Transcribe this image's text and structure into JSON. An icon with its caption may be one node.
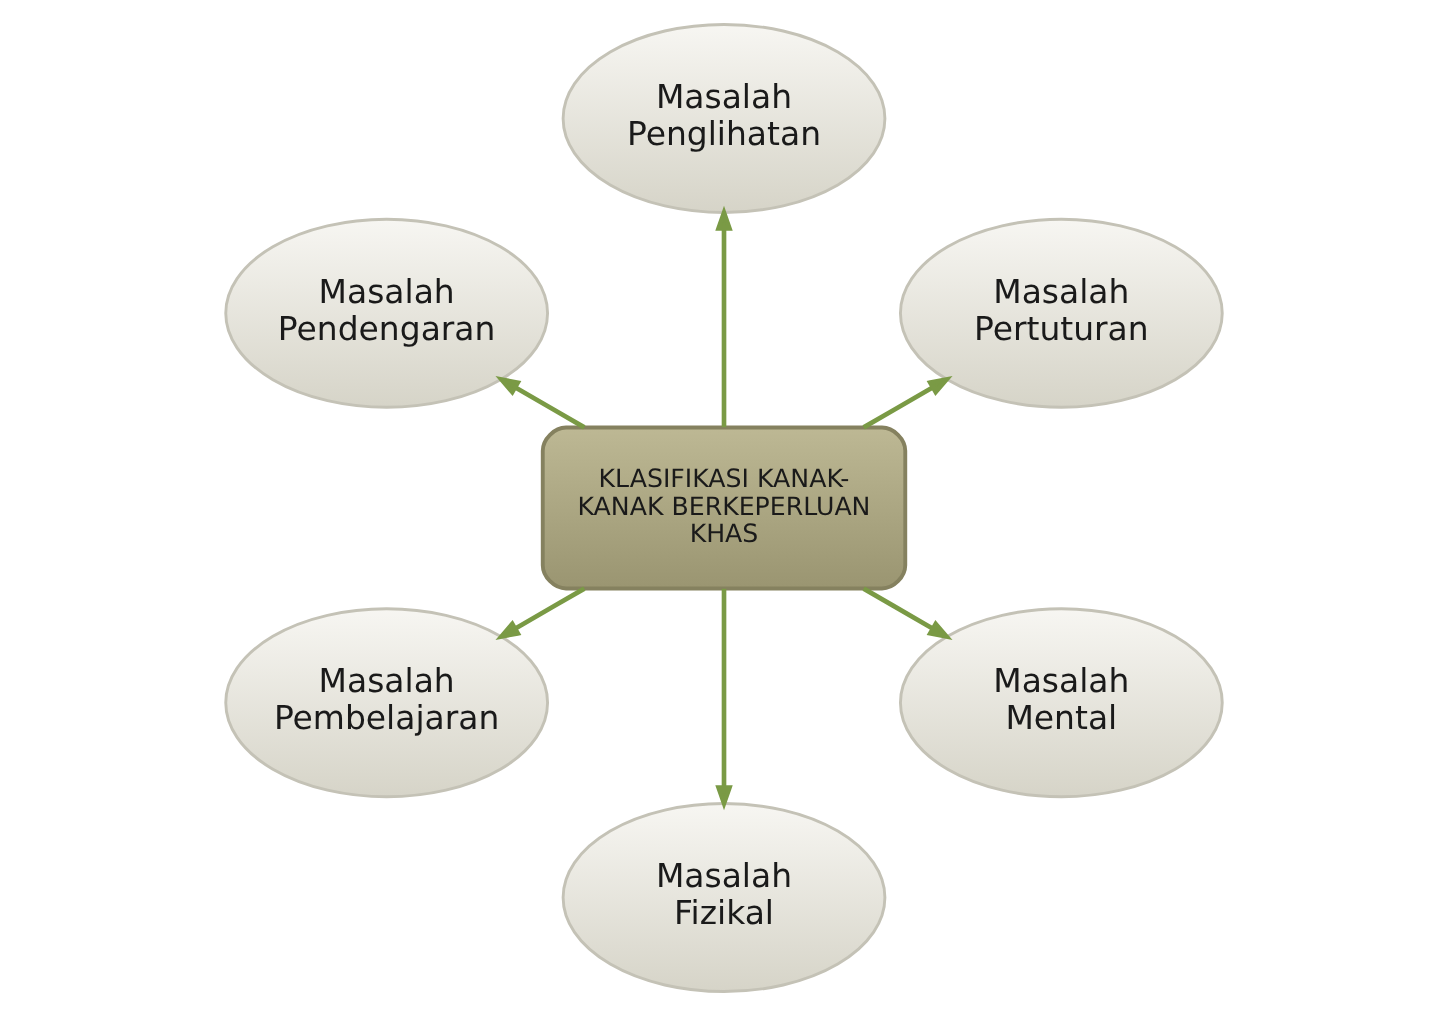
{
  "diagram": {
    "nodes": [
      {
        "text": [
          "Masalah Pendengaran"
        ]
      },
      {
        "text": [
          "Masalah Penglihatan"
        ]
      },
      {
        "text": [
          "Masalah Pertuturan"
        ]
      },
      {
        "text": [
          "KLASIFIKASI KANAK-KANAK BERKEPERLUAN KHAS"
        ]
      },
      {
        "text": [
          "Masalah Pembelajaran"
        ]
      },
      {
        "text": [
          "Masalah Fizikal"
        ]
      },
      {
        "text": [
          "Masalah Mental"
        ]
      }
    ],
    "edges": [
      {
        "from": 3,
        "to": 1,
        "arrow": "to"
      },
      {
        "from": 3,
        "to": 2,
        "arrow": "to"
      },
      {
        "from": 3,
        "to": 6,
        "arrow": "to"
      },
      {
        "from": 3,
        "to": 5,
        "arrow": "to"
      },
      {
        "from": 3,
        "to": 4,
        "arrow": "to"
      },
      {
        "from": 3,
        "to": 0,
        "arrow": "to"
      }
    ]
  }
}
